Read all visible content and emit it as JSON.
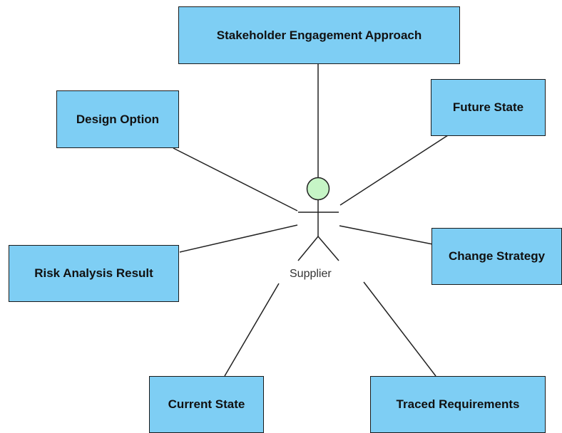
{
  "actor": {
    "name": "Supplier",
    "head_color": "#c6f5c6"
  },
  "nodes": [
    {
      "id": "stakeholder-engagement-approach",
      "label": "Stakeholder Engagement Approach"
    },
    {
      "id": "design-option",
      "label": "Design Option"
    },
    {
      "id": "future-state",
      "label": "Future State"
    },
    {
      "id": "risk-analysis-result",
      "label": "Risk Analysis Result"
    },
    {
      "id": "change-strategy",
      "label": "Change Strategy"
    },
    {
      "id": "current-state",
      "label": "Current State"
    },
    {
      "id": "traced-requirements",
      "label": "Traced Requirements"
    }
  ],
  "node_color": "#7ecef4"
}
